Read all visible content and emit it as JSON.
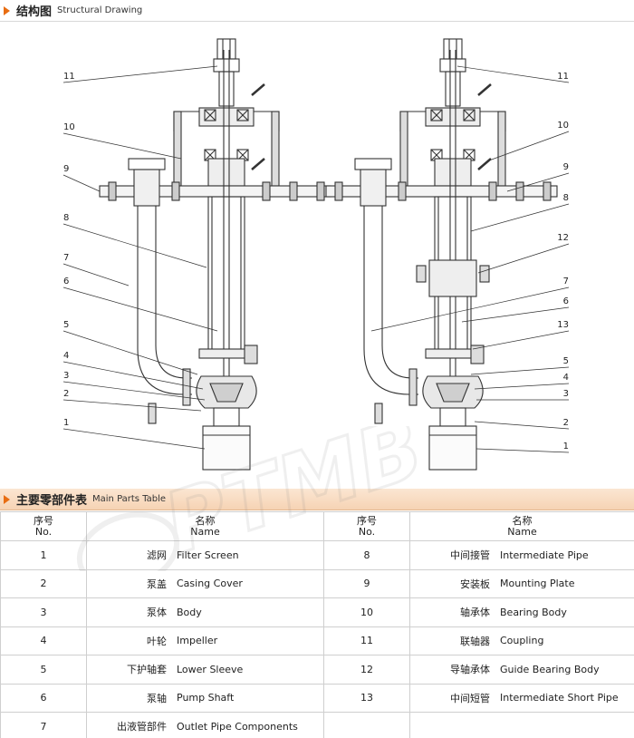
{
  "section1": {
    "title_cn": "结构图",
    "title_en": "Structural Drawing"
  },
  "section2": {
    "title_cn": "主要零部件表",
    "title_en": "Main Parts Table"
  },
  "table": {
    "headers": {
      "no_cn": "序号",
      "no_en": "No.",
      "name_cn": "名称",
      "name_en": "Name"
    },
    "rows": [
      {
        "left": {
          "no": "1",
          "cn": "滤网",
          "en": "Filter Screen"
        },
        "right": {
          "no": "8",
          "cn": "中间接管",
          "en": "Intermediate Pipe"
        }
      },
      {
        "left": {
          "no": "2",
          "cn": "泵盖",
          "en": "Casing Cover"
        },
        "right": {
          "no": "9",
          "cn": "安装板",
          "en": "Mounting Plate"
        }
      },
      {
        "left": {
          "no": "3",
          "cn": "泵体",
          "en": "Body"
        },
        "right": {
          "no": "10",
          "cn": "轴承体",
          "en": "Bearing Body"
        }
      },
      {
        "left": {
          "no": "4",
          "cn": "叶轮",
          "en": "Impeller"
        },
        "right": {
          "no": "11",
          "cn": "联轴器",
          "en": "Coupling"
        }
      },
      {
        "left": {
          "no": "5",
          "cn": "下护轴套",
          "en": "Lower Sleeve"
        },
        "right": {
          "no": "12",
          "cn": "导轴承体",
          "en": "Guide Bearing Body"
        }
      },
      {
        "left": {
          "no": "6",
          "cn": "泵轴",
          "en": "Pump Shaft"
        },
        "right": {
          "no": "13",
          "cn": "中间短管",
          "en": "Intermediate Short Pipe"
        }
      },
      {
        "left": {
          "no": "7",
          "cn": "出液管部件",
          "en": "Outlet Pipe Components"
        },
        "right": {
          "no": "",
          "cn": "",
          "en": ""
        }
      }
    ]
  },
  "drawing": {
    "left_labels": [
      "11",
      "10",
      "9",
      "8",
      "7",
      "6",
      "5",
      "4",
      "3",
      "2",
      "1"
    ],
    "right_labels": [
      "11",
      "10",
      "9",
      "8",
      "12",
      "7",
      "6",
      "13",
      "5",
      "4",
      "3",
      "2",
      "1"
    ]
  },
  "watermark_text": "PTMB",
  "colors": {
    "accent": "#e86d12",
    "header_bg": "#f6d3b4",
    "line": "#333333"
  }
}
